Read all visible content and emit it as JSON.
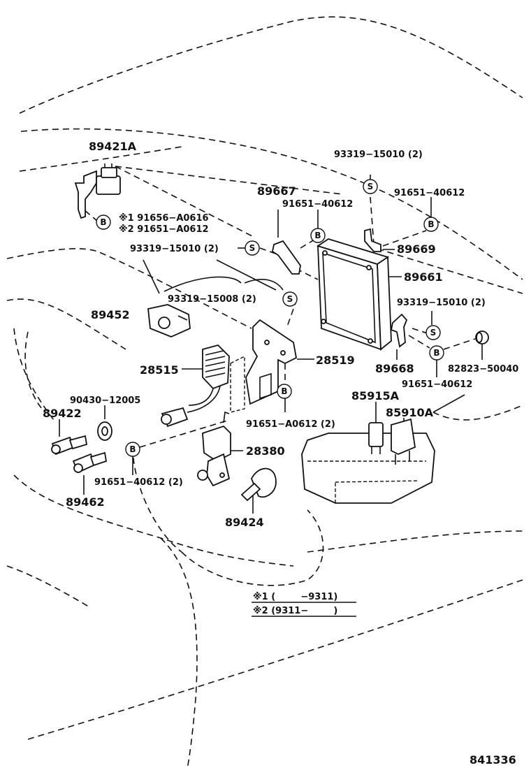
{
  "diagram_number": "841336",
  "parts": {
    "p89421A": "89421A",
    "p89667": "89667",
    "p89669": "89669",
    "p89661": "89661",
    "p89668": "89668",
    "p89452": "89452",
    "p28515": "28515",
    "p28519": "28519",
    "p85915A": "85915A",
    "p85910A": "85910A",
    "p89422": "89422",
    "p89462": "89462",
    "p28380": "28380",
    "p89424": "89424",
    "p82823": "82823−50040",
    "p90430": "90430−12005"
  },
  "bolts": {
    "b93319_top": "93319−15010 (2)",
    "b91651_40612_a": "91651−40612",
    "b91651_40612_b": "91651−40612",
    "b91651_40612_c": "91651−40612",
    "b91656": "※1 91656−A0616",
    "b91651_A0612": "※2 91651−A0612",
    "b93319_left": "93319−15010 (2)",
    "b93319_15008": "93319−15008 (2)",
    "b93319_right": "93319−15010 (2)",
    "b91651_A0612_2": "91651−A0612 (2)",
    "b91651_40612_2": "91651−40612 (2)"
  },
  "symbols": {
    "S": "S",
    "B": "B"
  },
  "notes": {
    "note1": "※1 (        −9311)",
    "note2": "※2 (9311−        )"
  }
}
